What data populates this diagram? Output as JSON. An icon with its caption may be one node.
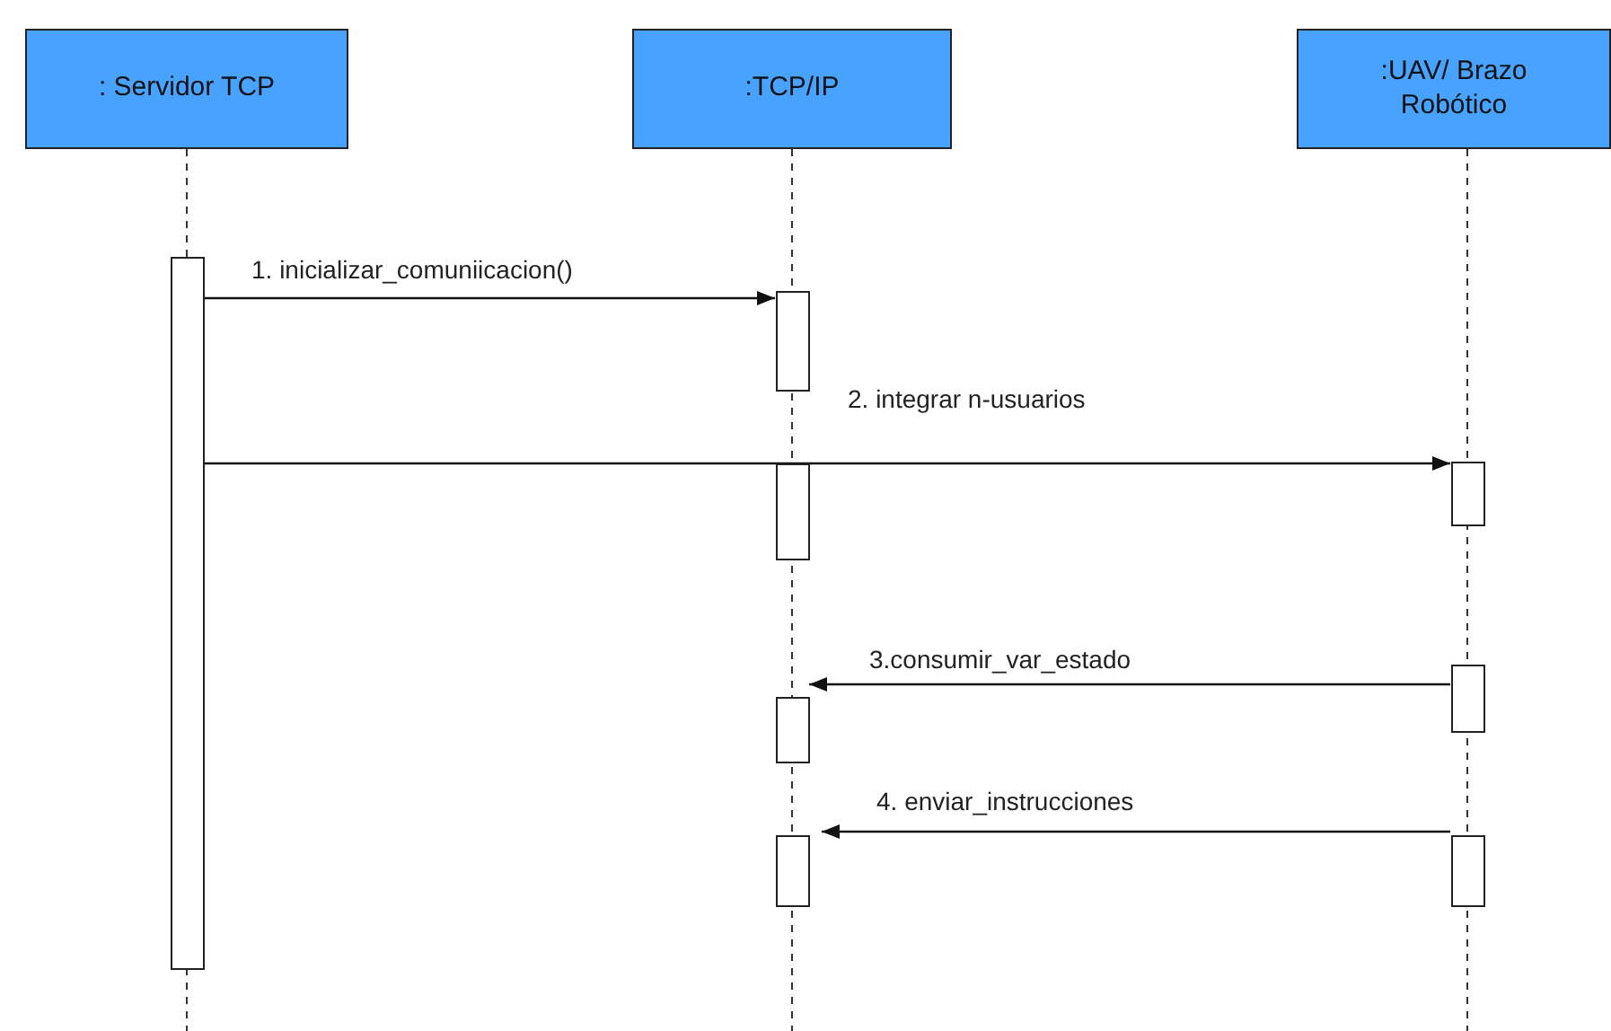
{
  "diagram": {
    "nodes": [
      {
        "text": [
          ": Servidor TCP"
        ]
      },
      {
        "text": [
          ":TCP/IP"
        ]
      },
      {
        "text": [
          ":UAV/ Brazo Robótico"
        ]
      },
      {
        "text": [],
        "shape": "bar"
      },
      {
        "text": [],
        "shape": "bar"
      },
      {
        "text": [],
        "shape": "bar"
      },
      {
        "text": [],
        "shape": "bar"
      },
      {
        "text": [],
        "shape": "bar"
      },
      {
        "text": [],
        "shape": "bar"
      },
      {
        "text": [],
        "shape": "bar"
      },
      {
        "text": [],
        "shape": "bar"
      }
    ],
    "edges": [
      {
        "from": 3,
        "to": 4,
        "arrow": "to",
        "label": "1. inicializar_comuniicacion()"
      },
      {
        "from": 3,
        "to": 5,
        "arrow": "to",
        "label": "2. integrar n-usuarios"
      },
      {
        "from": 7,
        "to": 8,
        "arrow": "to",
        "label": "3.consumir_var_estado"
      },
      {
        "from": 10,
        "to": 9,
        "arrow": "to",
        "label": "4. enviar_instrucciones"
      }
    ]
  }
}
